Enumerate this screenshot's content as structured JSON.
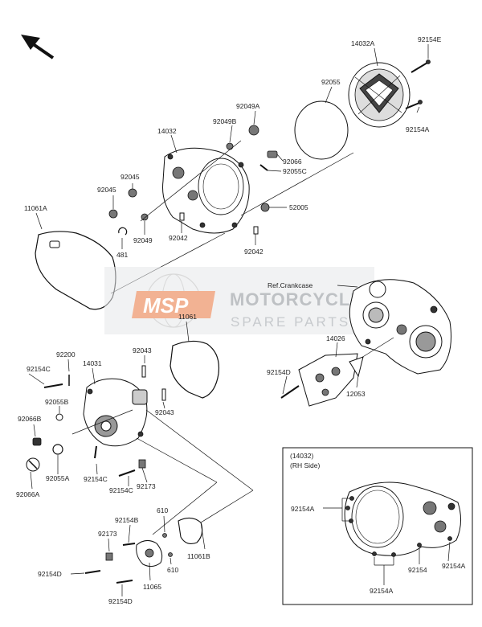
{
  "watermark": {
    "logo": "MSP",
    "title": "MOTORCYCLE",
    "subtitle": "SPARE PARTS",
    "colors": {
      "badge": "#e8743b",
      "text": "#8a8f95"
    }
  },
  "labels": {
    "p14032A": "14032A",
    "p92154E": "92154E",
    "p92055": "92055",
    "p92049A": "92049A",
    "p92049B": "92049B",
    "p14032": "14032",
    "p92066": "92066",
    "p92055C": "92055C",
    "p92154A_top": "92154A",
    "p92045a": "92045",
    "p92045b": "92045",
    "p11061A": "11061A",
    "p52005": "52005",
    "p92042a": "92042",
    "p92042b": "92042",
    "p92049": "92049",
    "p481": "481",
    "ref_crankcase": "Ref.Crankcase",
    "p11061": "11061",
    "p92043a": "92043",
    "p92043b": "92043",
    "p92200": "92200",
    "p14031": "14031",
    "p92154C_a": "92154C",
    "p92055B": "92055B",
    "p92066B": "92066B",
    "p92055A": "92055A",
    "p92066A": "92066A",
    "p92154C_b": "92154C",
    "p92154C_c": "92154C",
    "p92173_a": "92173",
    "p14026": "14026",
    "p92154D_a": "92154D",
    "p12053": "12053",
    "p92154B": "92154B",
    "p610a": "610",
    "p92173_b": "92173",
    "p11061B": "11061B",
    "p610b": "610",
    "p92154D_b": "92154D",
    "p11065": "11065",
    "p92154D_c": "92154D"
  },
  "inset": {
    "title_line1": "(14032)",
    "title_line2": "(RH Side)",
    "l92154A_left": "92154A",
    "l92154_bottom": "92154",
    "l92154A_right": "92154A",
    "l92154A_bottom": "92154A"
  },
  "icons": {
    "direction": "arrow-up-left-icon"
  }
}
